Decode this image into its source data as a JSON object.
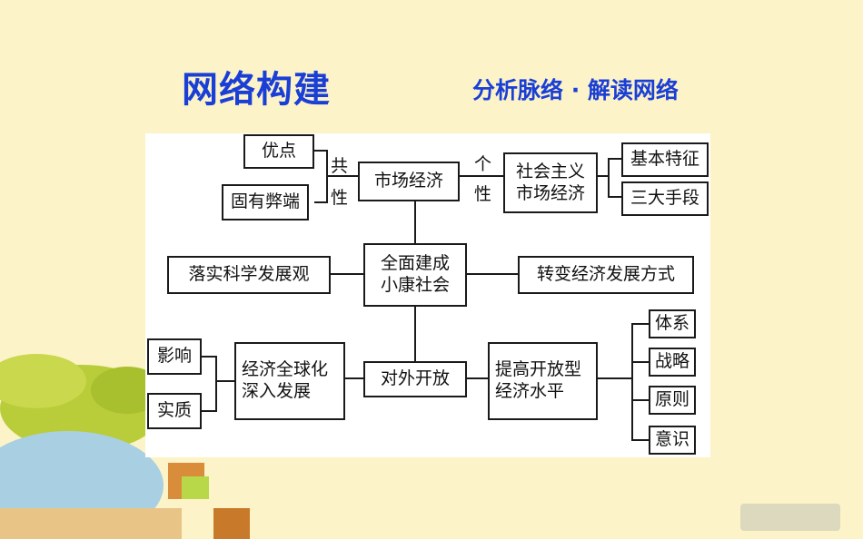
{
  "slide": {
    "title": "网络构建",
    "subtitle": "分析脉络 · 解读网络"
  },
  "diagram": {
    "nodes": {
      "advantage": "优点",
      "drawback": "固有弊端",
      "market_economy": "市场经济",
      "socialist_market_economy": "社会主义\n市场经济",
      "basic_features": "基本特征",
      "three_means": "三大手段",
      "scientific_development": "落实科学发展观",
      "xiaokang": "全面建成\n小康社会",
      "transform_growth": "转变经济发展方式",
      "influence": "影响",
      "essence": "实质",
      "globalization": "经济全球化\n深入发展",
      "opening_up": "对外开放",
      "raise_open_economy": "提高开放型\n经济水平",
      "system": "体系",
      "strategy": "战略",
      "principle": "原则",
      "awareness": "意识"
    },
    "labels": {
      "commonality_1": "共",
      "commonality_2": "性",
      "individuality_1": "个",
      "individuality_2": "性"
    }
  }
}
